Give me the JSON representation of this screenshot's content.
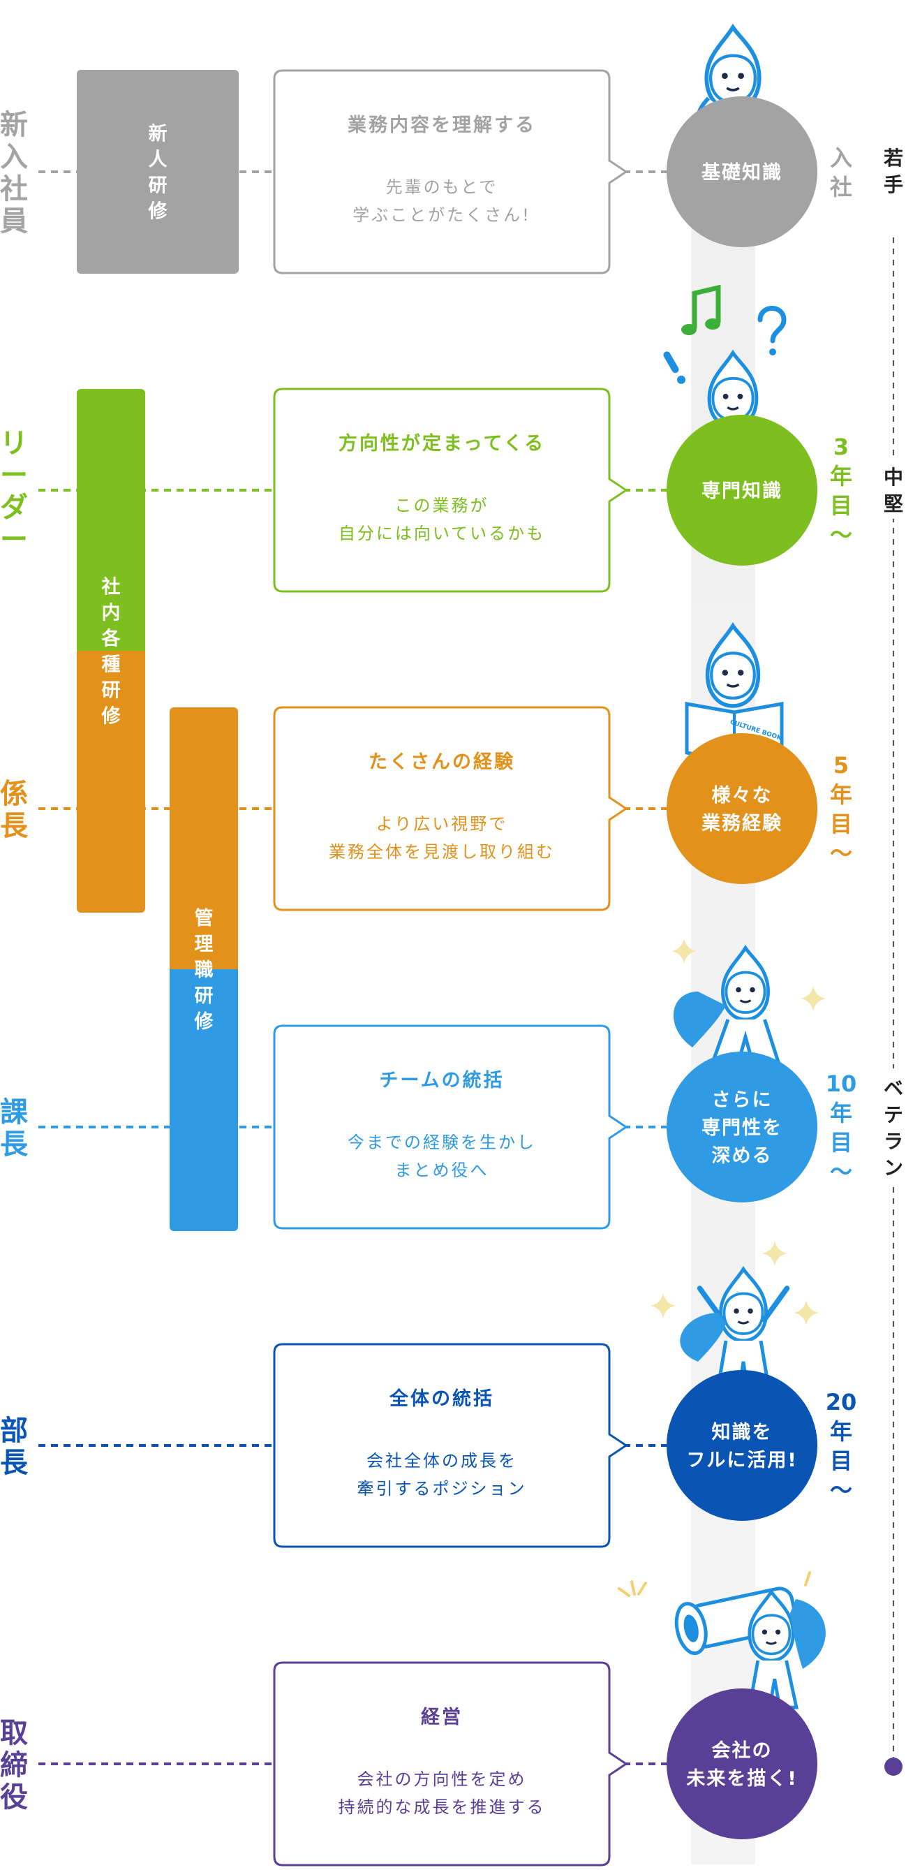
{
  "rows": [
    {
      "key": "new",
      "color": "#a3a3a3",
      "title": [
        "新",
        "入",
        "社",
        "員"
      ],
      "box_heading": "業務内容を理解する",
      "box_lines": [
        "先輩のもとで",
        "学ぶことがたくさん!"
      ],
      "circle_lines": [
        "基礎知識"
      ],
      "year": [
        "入",
        "社"
      ]
    },
    {
      "key": "leader",
      "color": "#7dbf1e",
      "title": [
        "リ",
        "ー",
        "ダ",
        "ー"
      ],
      "box_heading": "方向性が定まってくる",
      "box_lines": [
        "この業務が",
        "自分には向いているかも"
      ],
      "circle_lines": [
        "専門知識"
      ],
      "year": [
        "3",
        "年",
        "目",
        "〜"
      ]
    },
    {
      "key": "chief",
      "color": "#e2911b",
      "title": [
        "係",
        "長"
      ],
      "box_heading": "たくさんの経験",
      "box_lines": [
        "より広い視野で",
        "業務全体を見渡し取り組む"
      ],
      "circle_lines": [
        "様々な",
        "業務経験"
      ],
      "year": [
        "5",
        "年",
        "目",
        "〜"
      ]
    },
    {
      "key": "section",
      "color": "#2f9be5",
      "title": [
        "課",
        "長"
      ],
      "box_heading": "チームの統括",
      "box_lines": [
        "今までの経験を生かし",
        "まとめ役へ"
      ],
      "circle_lines": [
        "さらに",
        "専門性を",
        "深める"
      ],
      "year": [
        "10",
        "年",
        "目",
        "〜"
      ]
    },
    {
      "key": "dept",
      "color": "#0a55b4",
      "title": [
        "部",
        "長"
      ],
      "box_heading": "全体の統括",
      "box_lines": [
        "会社全体の成長を",
        "牽引するポジション"
      ],
      "circle_lines": [
        "知識を",
        "フルに活用!"
      ],
      "year": [
        "20",
        "年",
        "目",
        "〜"
      ]
    },
    {
      "key": "director",
      "color": "#5a3f96",
      "title": [
        "取",
        "締",
        "役"
      ],
      "box_heading": "経営",
      "box_lines": [
        "会社の方向性を定め",
        "持続的な成長を推進する"
      ],
      "circle_lines": [
        "会社の",
        "未来を描く!"
      ],
      "year": []
    }
  ],
  "trainings": [
    {
      "key": "newcomer",
      "label": [
        "新",
        "人",
        "研",
        "修"
      ],
      "colors": [
        "#a3a3a3"
      ]
    },
    {
      "key": "internal",
      "label": [
        "社",
        "内",
        "各",
        "種",
        "研",
        "修"
      ],
      "colors": [
        "#7dbf1e",
        "#e2911b"
      ]
    },
    {
      "key": "management",
      "label": [
        "管",
        "理",
        "職",
        "研",
        "修"
      ],
      "colors": [
        "#e2911b",
        "#2f9be5"
      ]
    }
  ],
  "stages": [
    {
      "key": "young",
      "label": [
        "若",
        "手"
      ]
    },
    {
      "key": "mid",
      "label": [
        "中",
        "堅"
      ]
    },
    {
      "key": "veteran",
      "label": [
        "ベ",
        "テ",
        "ラ",
        "ン"
      ]
    }
  ],
  "extra_text": {
    "culture_book": "CULTURE BOOK"
  },
  "icons": [
    "music-note-icon",
    "question-mark-icon",
    "exclamation-icon",
    "sparkle-icon",
    "telescope-icon",
    "mascot-icon"
  ]
}
